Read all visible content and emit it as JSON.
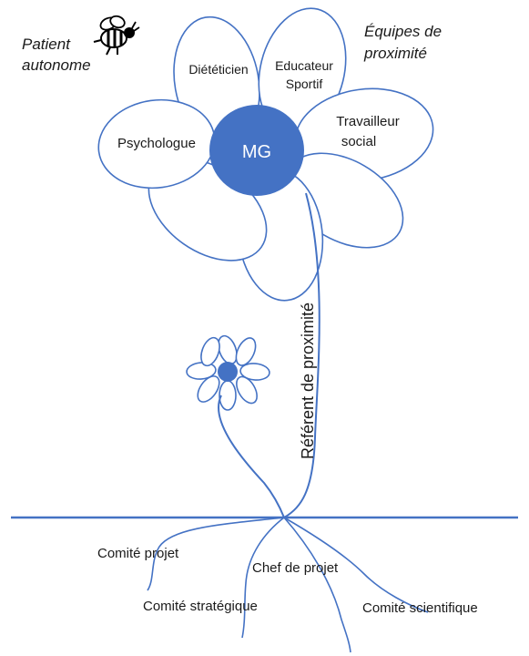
{
  "diagram": {
    "top_left_label_line1": "Patient",
    "top_left_label_line2": "autonome",
    "top_right_label_line1": "Équipes de",
    "top_right_label_line2": "proximité",
    "center_label": "MG",
    "petals": {
      "dieteticien": "Diététicien",
      "educateur_line1": "Educateur",
      "educateur_line2": "Sportif",
      "travailleur_line1": "Travailleur",
      "travailleur_line2": "social",
      "psychologue": "Psychologue"
    },
    "stem_label": "Référent de proximité",
    "roots": {
      "comite_projet": "Comité projet",
      "chef_de_projet": "Chef de projet",
      "comite_strategique": "Comité stratégique",
      "comite_scientifique": "Comité scientifique"
    },
    "icons": [
      "bee-icon"
    ],
    "colors": {
      "accent": "#4472c4",
      "center": "#4472c4"
    }
  }
}
